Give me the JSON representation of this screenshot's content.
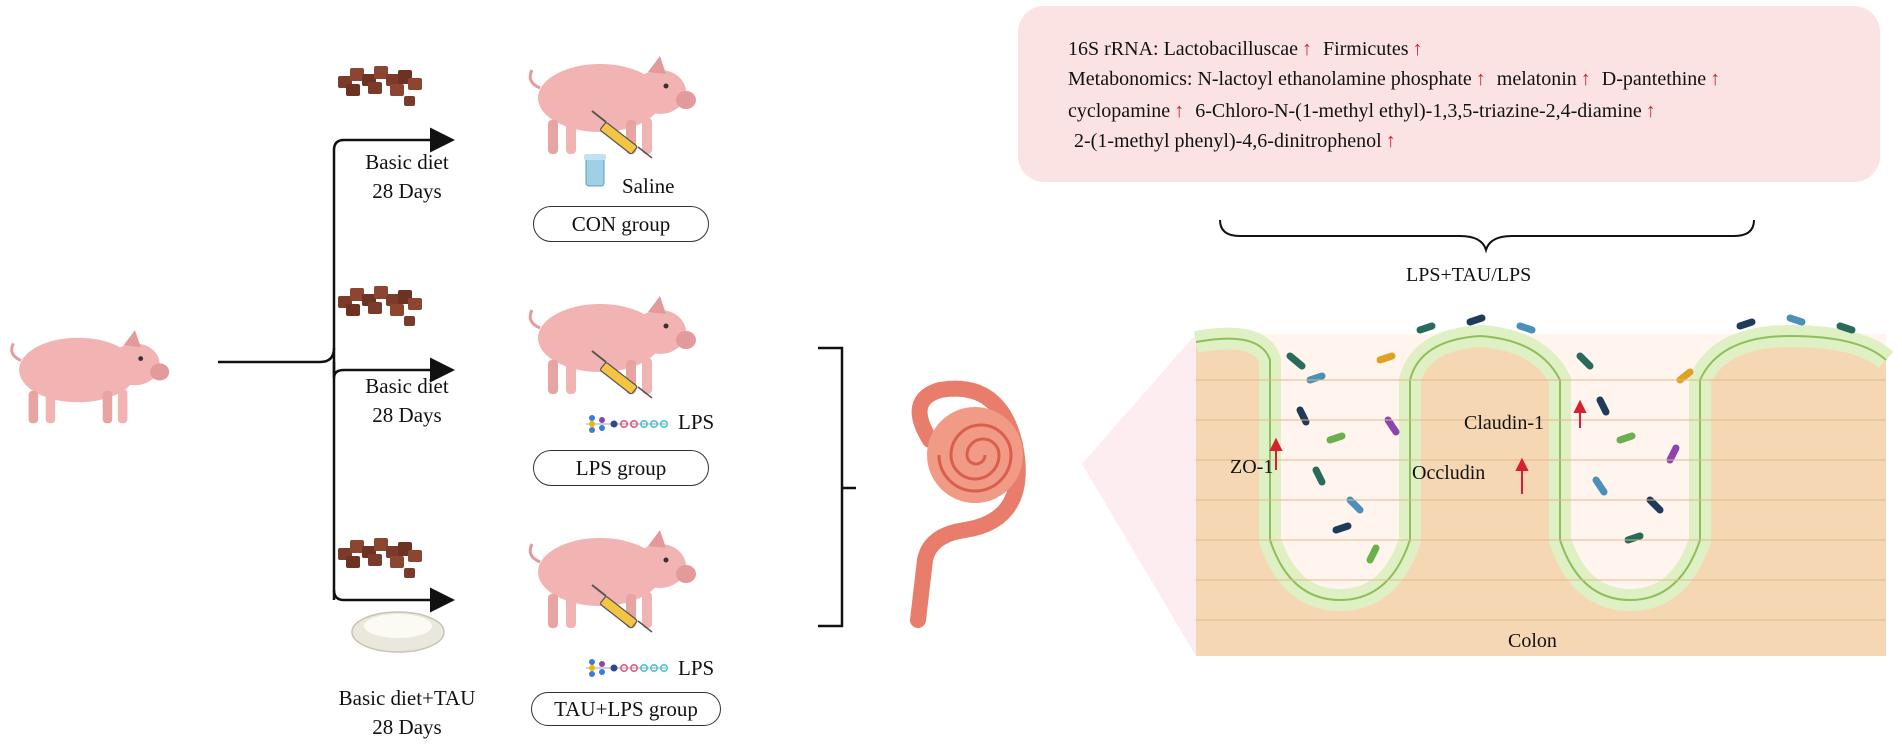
{
  "groups": [
    {
      "diet_line1": "Basic diet",
      "diet_line2": "28 Days",
      "treatment": "Saline",
      "group": "CON group"
    },
    {
      "diet_line1": "Basic diet",
      "diet_line2": "28 Days",
      "treatment": "LPS",
      "group": "LPS group"
    },
    {
      "diet_line1": "Basic diet+TAU",
      "diet_line2": "28 Days",
      "treatment": "LPS",
      "group": "TAU+LPS group"
    }
  ],
  "results": {
    "rrna_label": "16S rRNA:",
    "rrna_items": [
      "Lactobacilluscae",
      "Firmicutes"
    ],
    "metab_label": "Metabonomics:",
    "metab_line1": [
      "N-lactoyl ethanolamine phosphate",
      "melatonin",
      "D-pantethine"
    ],
    "metab_line2": [
      "cyclopamine",
      "6-Chloro-N-(1-methyl ethyl)-1,3,5-triazine-2,4-diamine"
    ],
    "metab_line3": [
      "2-(1-methyl phenyl)-4,6-dinitrophenol"
    ],
    "comparison": "LPS+TAU/LPS"
  },
  "colon": {
    "label": "Colon",
    "zo1": "ZO-1",
    "occludin": "Occludin",
    "claudin": "Claudin-1"
  },
  "colors": {
    "pig": "#f2b3b3",
    "pig_dark": "#e39a9a",
    "feed": "#7a3b2a",
    "up_arrow": "#d6202f",
    "box_bg": "#fbe3e3",
    "mucosa": "#dff0c4",
    "tissue": "#f6d7b4"
  }
}
